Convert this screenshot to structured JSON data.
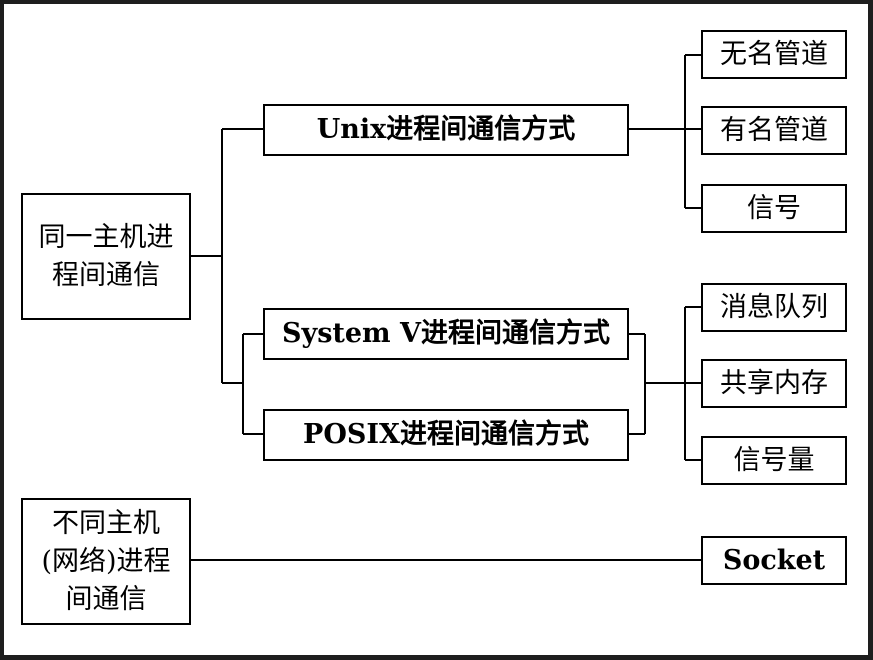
{
  "diagram": {
    "root_local": {
      "lines": [
        "同一主机进",
        "程间通信"
      ]
    },
    "root_network": {
      "lines": [
        "不同主机",
        "(网络)进程",
        "间通信"
      ]
    },
    "unix_ipc": "Unix进程间通信方式",
    "systemv_ipc": "System V进程间通信方式",
    "posix_ipc": "POSIX进程间通信方式",
    "unix_children": [
      "无名管道",
      "有名管道",
      "信号"
    ],
    "sysv_posix_children": [
      "消息队列",
      "共享内存",
      "信号量"
    ],
    "socket": "Socket"
  }
}
